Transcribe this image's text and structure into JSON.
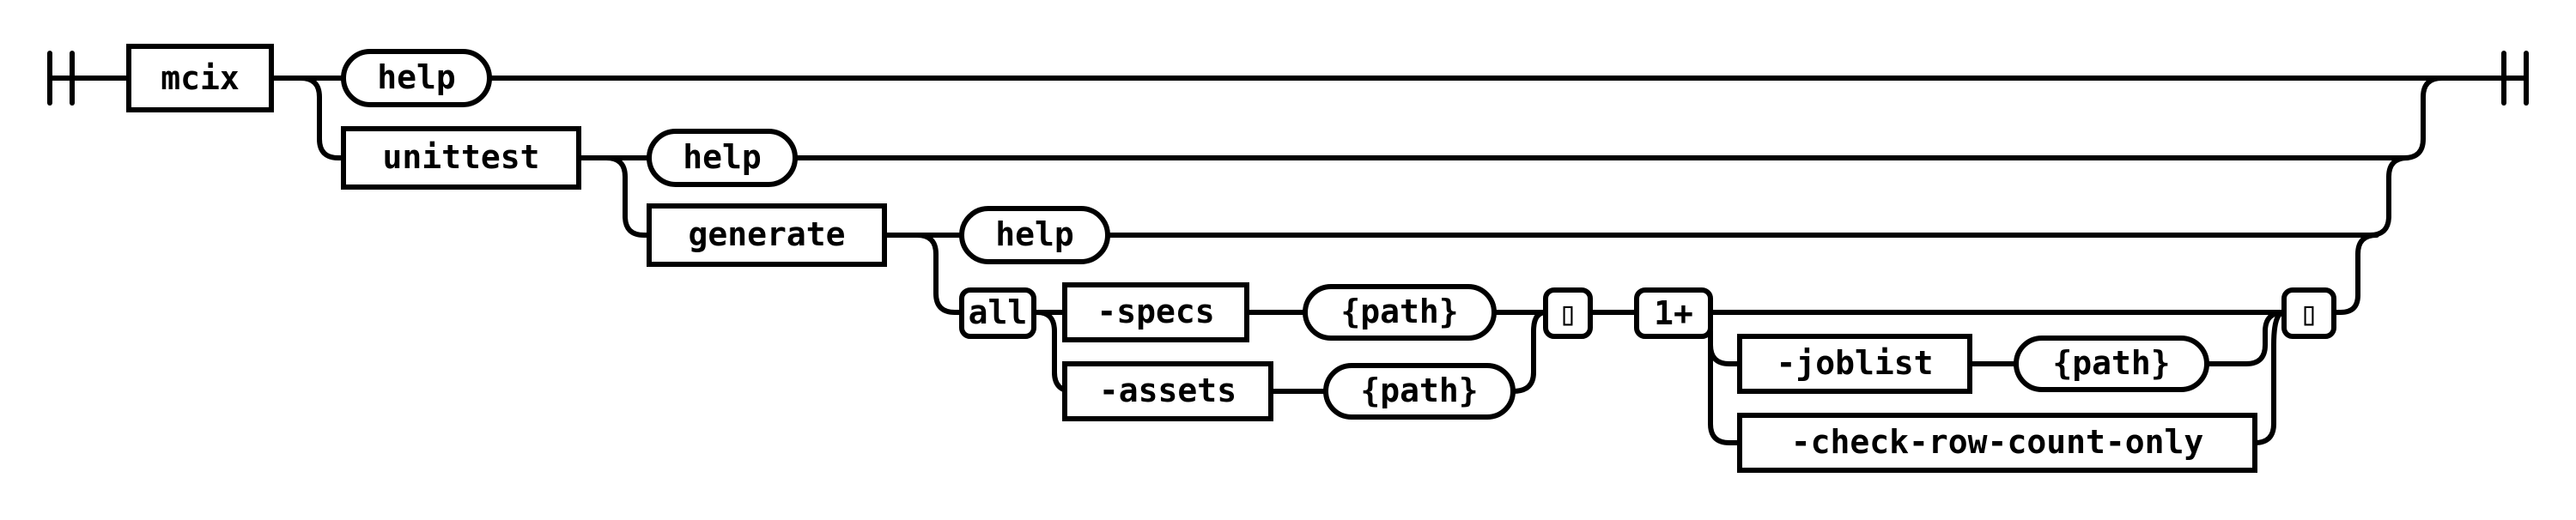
{
  "diagram": {
    "start_terminal": "mcix",
    "branch_help_1": "help",
    "keyword_unittest": "unittest",
    "branch_help_2": "help",
    "keyword_generate": "generate",
    "branch_help_3": "help",
    "keyword_all": "all",
    "option_specs": "-specs",
    "value_specs_path": "{path}",
    "option_assets": "-assets",
    "value_assets_path": "{path}",
    "glyph_one": "▯",
    "repeat_label": "1+",
    "option_joblist": "-joblist",
    "value_joblist_path": "{path}",
    "option_check_row_count_only": "-check-row-count-only",
    "glyph_two": "▯"
  }
}
